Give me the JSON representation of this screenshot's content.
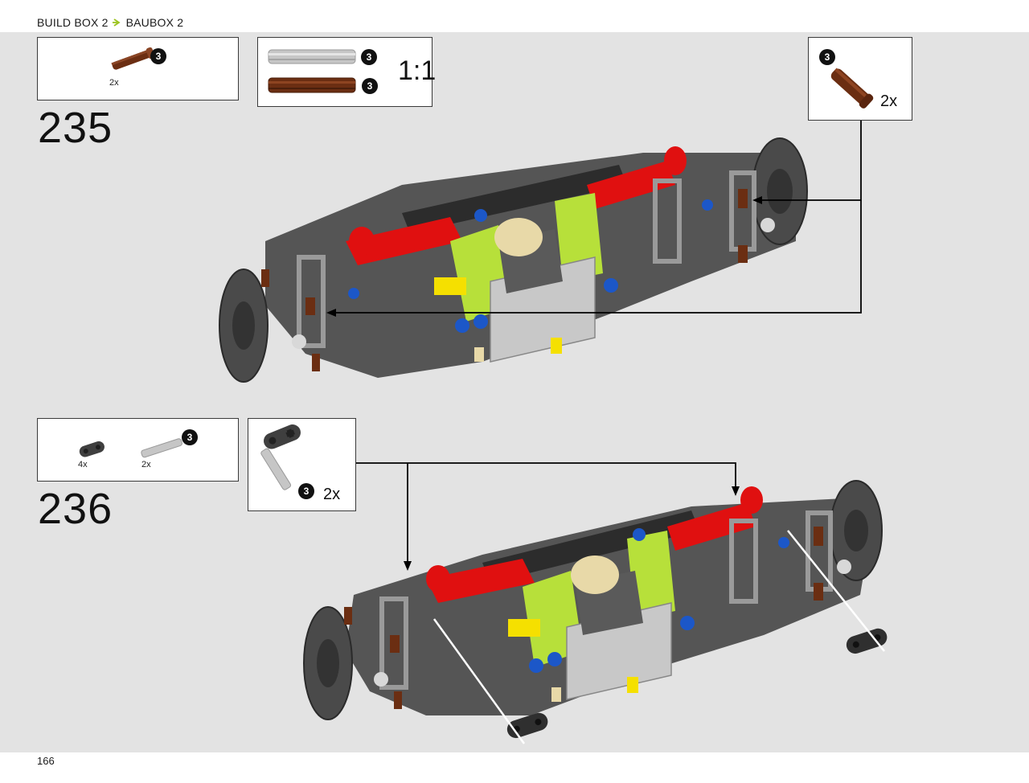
{
  "breadcrumb": {
    "part1": "BUILD BOX 2",
    "part2": "BAUBOX 2"
  },
  "page_number": "166",
  "colors": {
    "accent": "#9bc31c",
    "canvas": "#e3e3e3",
    "brown": "#6b2e12",
    "red": "#e01010",
    "lime": "#b7e03a",
    "blue": "#1c57c8",
    "dark_grey": "#4a4a4a",
    "light_grey": "#bdbdbd",
    "tan": "#e8d9a8",
    "yellow": "#f5e000"
  },
  "steps": [
    {
      "number": "235",
      "parts": [
        {
          "icon": "brown-pin-icon",
          "quantity": "2x",
          "badge": "3"
        }
      ],
      "scale_reference": {
        "label": "1:1",
        "items": [
          {
            "icon": "grey-axle-icon",
            "badge": "3"
          },
          {
            "icon": "brown-axle-icon",
            "badge": "3"
          }
        ]
      },
      "subassembly": {
        "icon": "brown-pin-icon",
        "badge": "3",
        "quantity": "2x"
      }
    },
    {
      "number": "236",
      "parts": [
        {
          "icon": "dark-grey-beam-icon",
          "quantity": "4x"
        },
        {
          "icon": "grey-axle-icon",
          "quantity": "2x",
          "badge": "3"
        }
      ],
      "subassembly": {
        "icon": "beam-axle-subassembly-icon",
        "badge": "3",
        "quantity": "2x"
      }
    }
  ]
}
